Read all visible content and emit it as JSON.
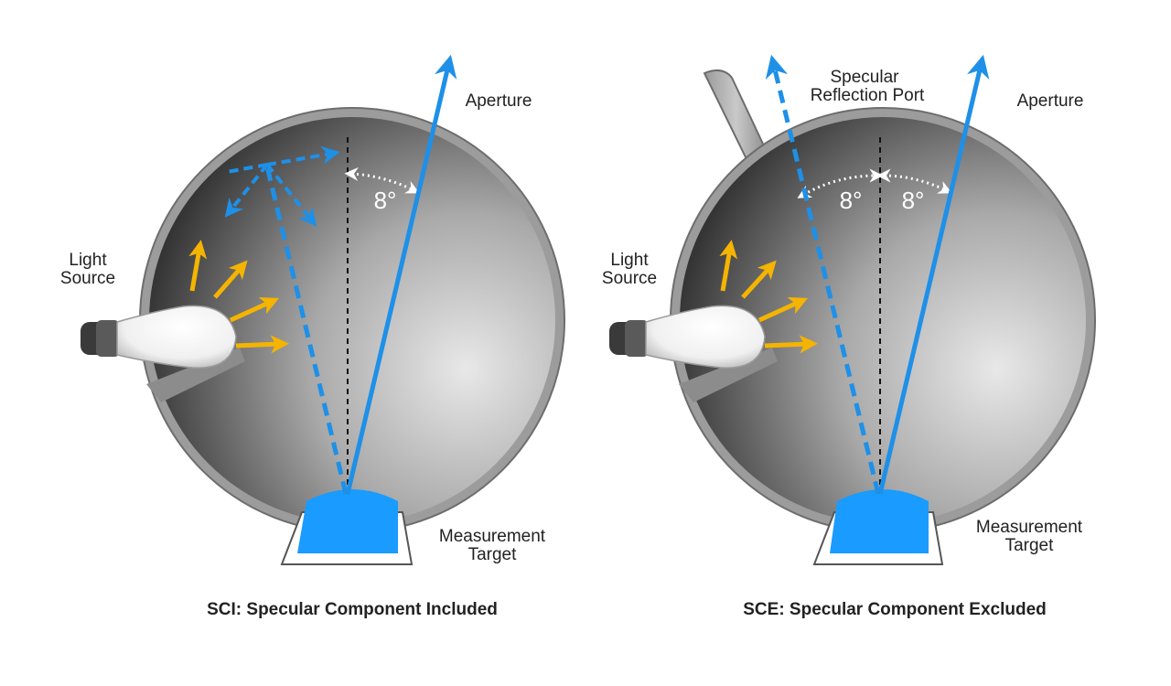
{
  "colors": {
    "beam": "#1e90e8",
    "light_arrow": "#f5b400",
    "target": "#1a9bff",
    "sphere_dark": "#1f1f1f",
    "sphere_light": "#e6e6e6",
    "rim": "#8a8a8a",
    "angle_marker": "#ffffff"
  },
  "icons": [
    "light-bulb-icon",
    "beam-arrow-icon",
    "light-ray-arrow-icon"
  ],
  "sci": {
    "light_source": [
      "Light",
      "Source"
    ],
    "aperture": "Aperture",
    "angle": "8°",
    "target": [
      "Measurement",
      "Target"
    ],
    "caption": "SCI: Specular Component Included"
  },
  "sce": {
    "light_source": [
      "Light",
      "Source"
    ],
    "port": [
      "Specular",
      "Reflection Port"
    ],
    "aperture": "Aperture",
    "angle_left": "8°",
    "angle_right": "8°",
    "target": [
      "Measurement",
      "Target"
    ],
    "caption": "SCE: Specular Component Excluded"
  }
}
